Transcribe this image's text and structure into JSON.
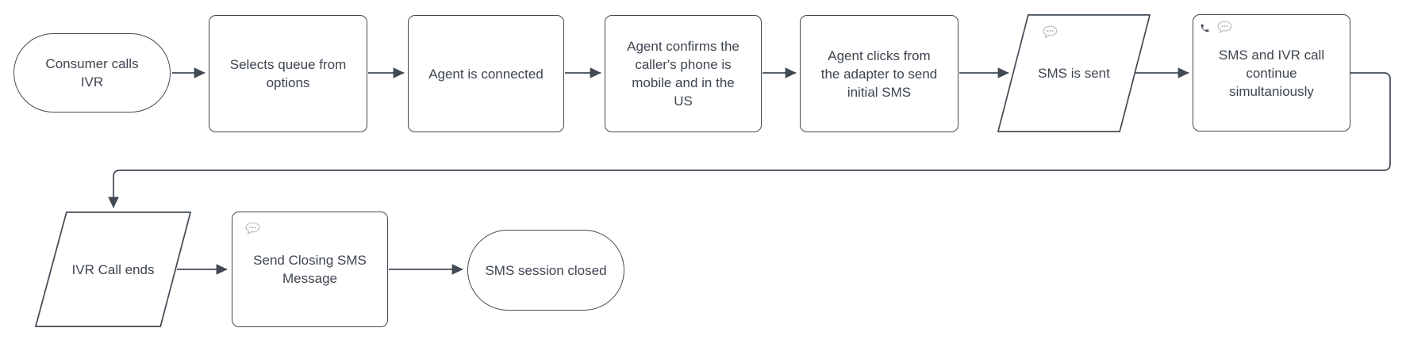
{
  "diagram": {
    "type": "flowchart",
    "background_color": "#ffffff",
    "colors": {
      "shape_stroke": "#414a54",
      "shape_fill": "#ffffff",
      "text": "#3e4550",
      "connector": "#414a54",
      "chat_icon_stroke": "#b9bdc2",
      "chat_icon_dots": "#a7abb0",
      "phone_icon_fill": "#4b525b"
    },
    "nodes": [
      {
        "id": "consumer-calls-ivr",
        "shape": "terminator",
        "label": "Consumer calls\nIVR",
        "icons": []
      },
      {
        "id": "selects-queue",
        "shape": "process",
        "label": "Selects queue from\noptions",
        "icons": []
      },
      {
        "id": "agent-connected",
        "shape": "process",
        "label": "Agent is connected",
        "icons": []
      },
      {
        "id": "agent-confirms",
        "shape": "process",
        "label": "Agent confirms the\ncaller's phone is\nmobile and in the\nUS",
        "icons": []
      },
      {
        "id": "agent-clicks-adapter",
        "shape": "process",
        "label": "Agent clicks from\nthe adapter to send\ninitial SMS",
        "icons": []
      },
      {
        "id": "sms-is-sent",
        "shape": "parallelogram",
        "label": "SMS is sent",
        "icons": [
          "chat-bubble-icon"
        ]
      },
      {
        "id": "sms-ivr-continue",
        "shape": "process",
        "label": "SMS and IVR call\ncontinue\nsimultaniously",
        "icons": [
          "phone-icon",
          "chat-bubble-icon"
        ]
      },
      {
        "id": "ivr-call-ends",
        "shape": "parallelogram",
        "label": "IVR Call ends",
        "icons": []
      },
      {
        "id": "send-closing-sms",
        "shape": "process",
        "label": "Send Closing SMS\nMessage",
        "icons": [
          "chat-bubble-icon"
        ]
      },
      {
        "id": "sms-session-closed",
        "shape": "terminator",
        "label": "SMS session closed",
        "icons": []
      }
    ],
    "edges": [
      {
        "from": "consumer-calls-ivr",
        "to": "selects-queue"
      },
      {
        "from": "selects-queue",
        "to": "agent-connected"
      },
      {
        "from": "agent-connected",
        "to": "agent-confirms"
      },
      {
        "from": "agent-confirms",
        "to": "agent-clicks-adapter"
      },
      {
        "from": "agent-clicks-adapter",
        "to": "sms-is-sent"
      },
      {
        "from": "sms-is-sent",
        "to": "sms-ivr-continue"
      },
      {
        "from": "sms-ivr-continue",
        "to": "ivr-call-ends"
      },
      {
        "from": "ivr-call-ends",
        "to": "send-closing-sms"
      },
      {
        "from": "send-closing-sms",
        "to": "sms-session-closed"
      }
    ]
  }
}
